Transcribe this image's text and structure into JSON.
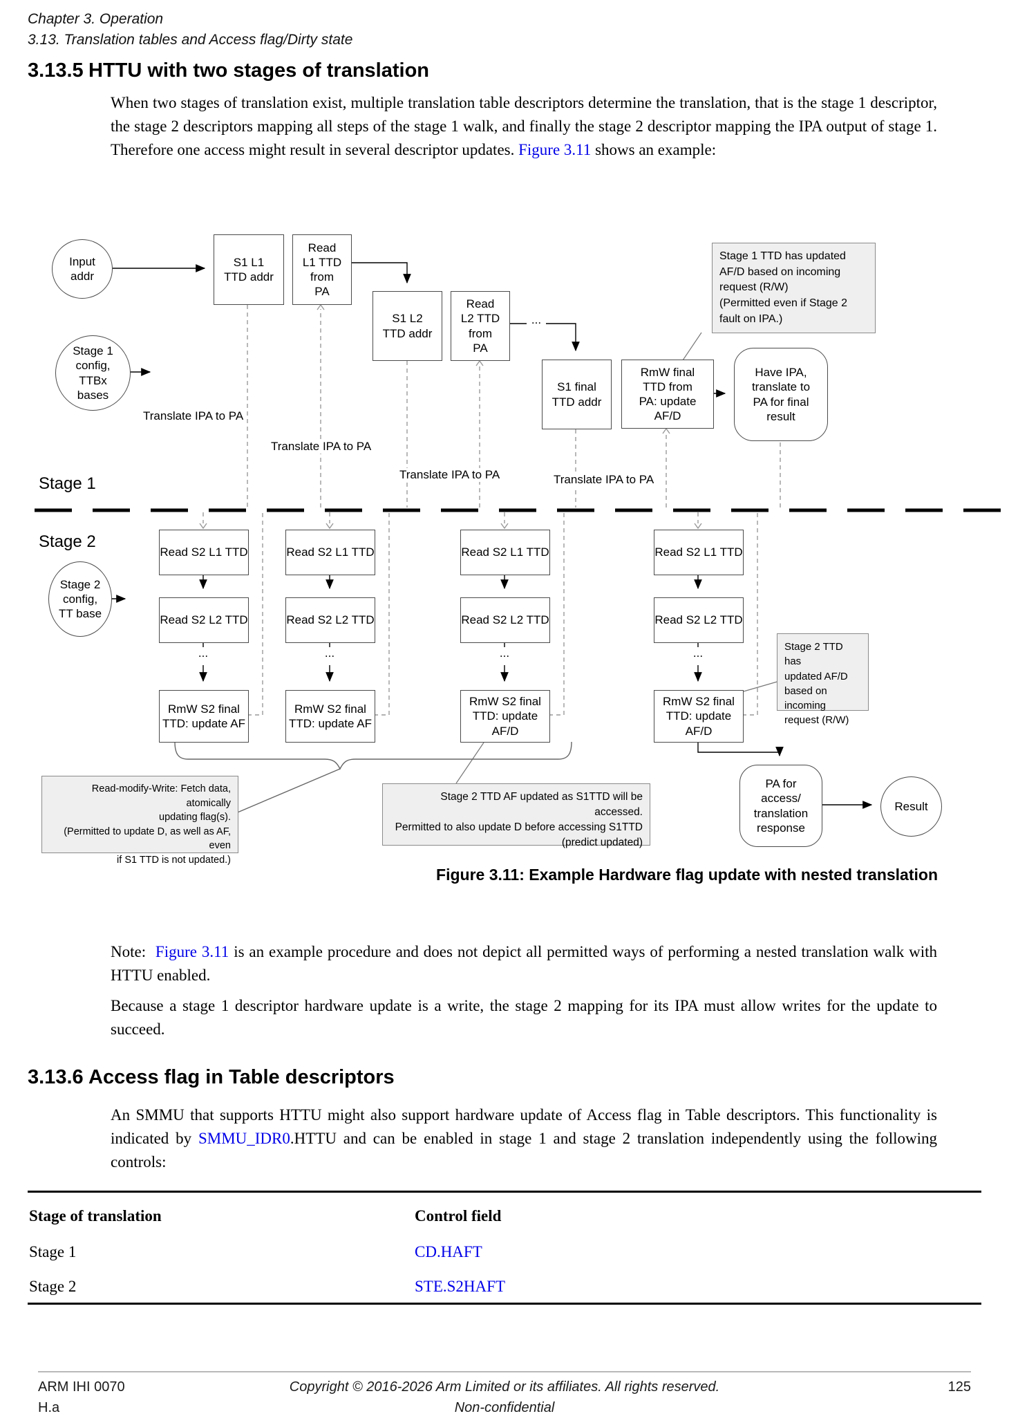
{
  "header": {
    "line1": "Chapter 3.  Operation",
    "line2": "3.13.  Translation tables and Access flag/Dirty state"
  },
  "section5": {
    "number": "3.13.5",
    "title": "HTTU with two stages of translation",
    "para1_pre": "When two stages of translation exist, multiple translation table descriptors determine the translation, that is the stage 1 descriptor, the stage 2 descriptors mapping all steps of the stage 1 walk, and finally the stage 2 descriptor mapping the IPA output of stage 1. Therefore one access might result in several descriptor updates.",
    "para1_link": "Figure 3.11",
    "para1_post": "shows an example:"
  },
  "diagram": {
    "input_addr": "Input\naddr",
    "stage1_config": "Stage 1\nconfig,\nTTBx\nbases",
    "stage2_config": "Stage 2\nconfig,\nTT base",
    "s1_l1": "S1 L1\nTTD addr",
    "read_l1": "Read\nL1 TTD\nfrom\nPA",
    "s1_l2": "S1 L2\nTTD addr",
    "read_l2": "Read\nL2 TTD\nfrom\nPA",
    "s1_final": "S1 final\nTTD addr",
    "rmw_final": "RmW final\nTTD from\nPA: update\nAF/D",
    "have_ipa": "Have IPA,\ntranslate to\nPA for final\nresult",
    "stage1_label": "Stage 1",
    "stage2_label": "Stage 2",
    "translate_label": "Translate IPA to PA",
    "dots": "...",
    "note_stage1": "Stage 1 TTD has updated\nAF/D based on incoming\nrequest (R/W)\n(Permitted even if Stage 2\nfault on IPA.)",
    "note_stage2": "Stage 2 TTD has\nupdated AF/D\nbased on incoming\nrequest (R/W)",
    "note_rmw": "Read-modify-Write: Fetch data, atomically\nupdating flag(s).\n(Permitted to update D, as well as AF, even\nif S1 TTD is not updated.)",
    "note_s2af": "Stage 2 TTD AF updated as S1TTD will be accessed.\nPermitted to also update D before accessing S1TTD\n(predict updated)",
    "pa_access": "PA for\naccess/\ntranslation\nresponse",
    "result": "Result",
    "cols": [
      {
        "read_l1": "Read S2 L1 TTD",
        "read_l2": "Read S2 L2 TTD",
        "rmw": "RmW S2 final\nTTD: update AF"
      },
      {
        "read_l1": "Read S2 L1 TTD",
        "read_l2": "Read S2 L2 TTD",
        "rmw": "RmW S2 final\nTTD: update AF"
      },
      {
        "read_l1": "Read S2 L1 TTD",
        "read_l2": "Read S2 L2 TTD",
        "rmw": "RmW S2 final\nTTD: update\nAF/D"
      },
      {
        "read_l1": "Read S2 L1 TTD",
        "read_l2": "Read S2 L2 TTD",
        "rmw": "RmW S2 final\nTTD: update\nAF/D"
      }
    ]
  },
  "figure_caption": "Figure 3.11: Example Hardware flag update with nested translation",
  "note_para": {
    "label": "Note:",
    "link": "Figure 3.11",
    "rest": "is an example procedure and does not depict all permitted ways of performing a nested translation walk with HTTU enabled."
  },
  "para2": "Because a stage 1 descriptor hardware update is a write, the stage 2 mapping for its IPA must allow writes for the update to succeed.",
  "section6": {
    "number": "3.13.6",
    "title": "Access flag in Table descriptors",
    "para_pre": "An SMMU that supports HTTU might also support hardware update of Access flag in Table descriptors. This functionality is indicated by",
    "para_link": "SMMU_IDR0",
    "para_post": ".HTTU and can be enabled in stage 1 and stage 2 translation independently using the following controls:"
  },
  "table": {
    "headers": [
      "Stage of translation",
      "Control field"
    ],
    "rows": [
      {
        "stage": "Stage 1",
        "control": "CD.HAFT"
      },
      {
        "stage": "Stage 2",
        "control": "STE.S2HAFT"
      }
    ]
  },
  "footer": {
    "doc_id": "ARM IHI 0070",
    "version": "H.a",
    "copyright": "Copyright © 2016-2026 Arm Limited or its affiliates. All rights reserved.",
    "classification": "Non-confidential",
    "page": "125"
  },
  "colors": {
    "link": "#0000e8",
    "note_bg": "#efefef"
  }
}
